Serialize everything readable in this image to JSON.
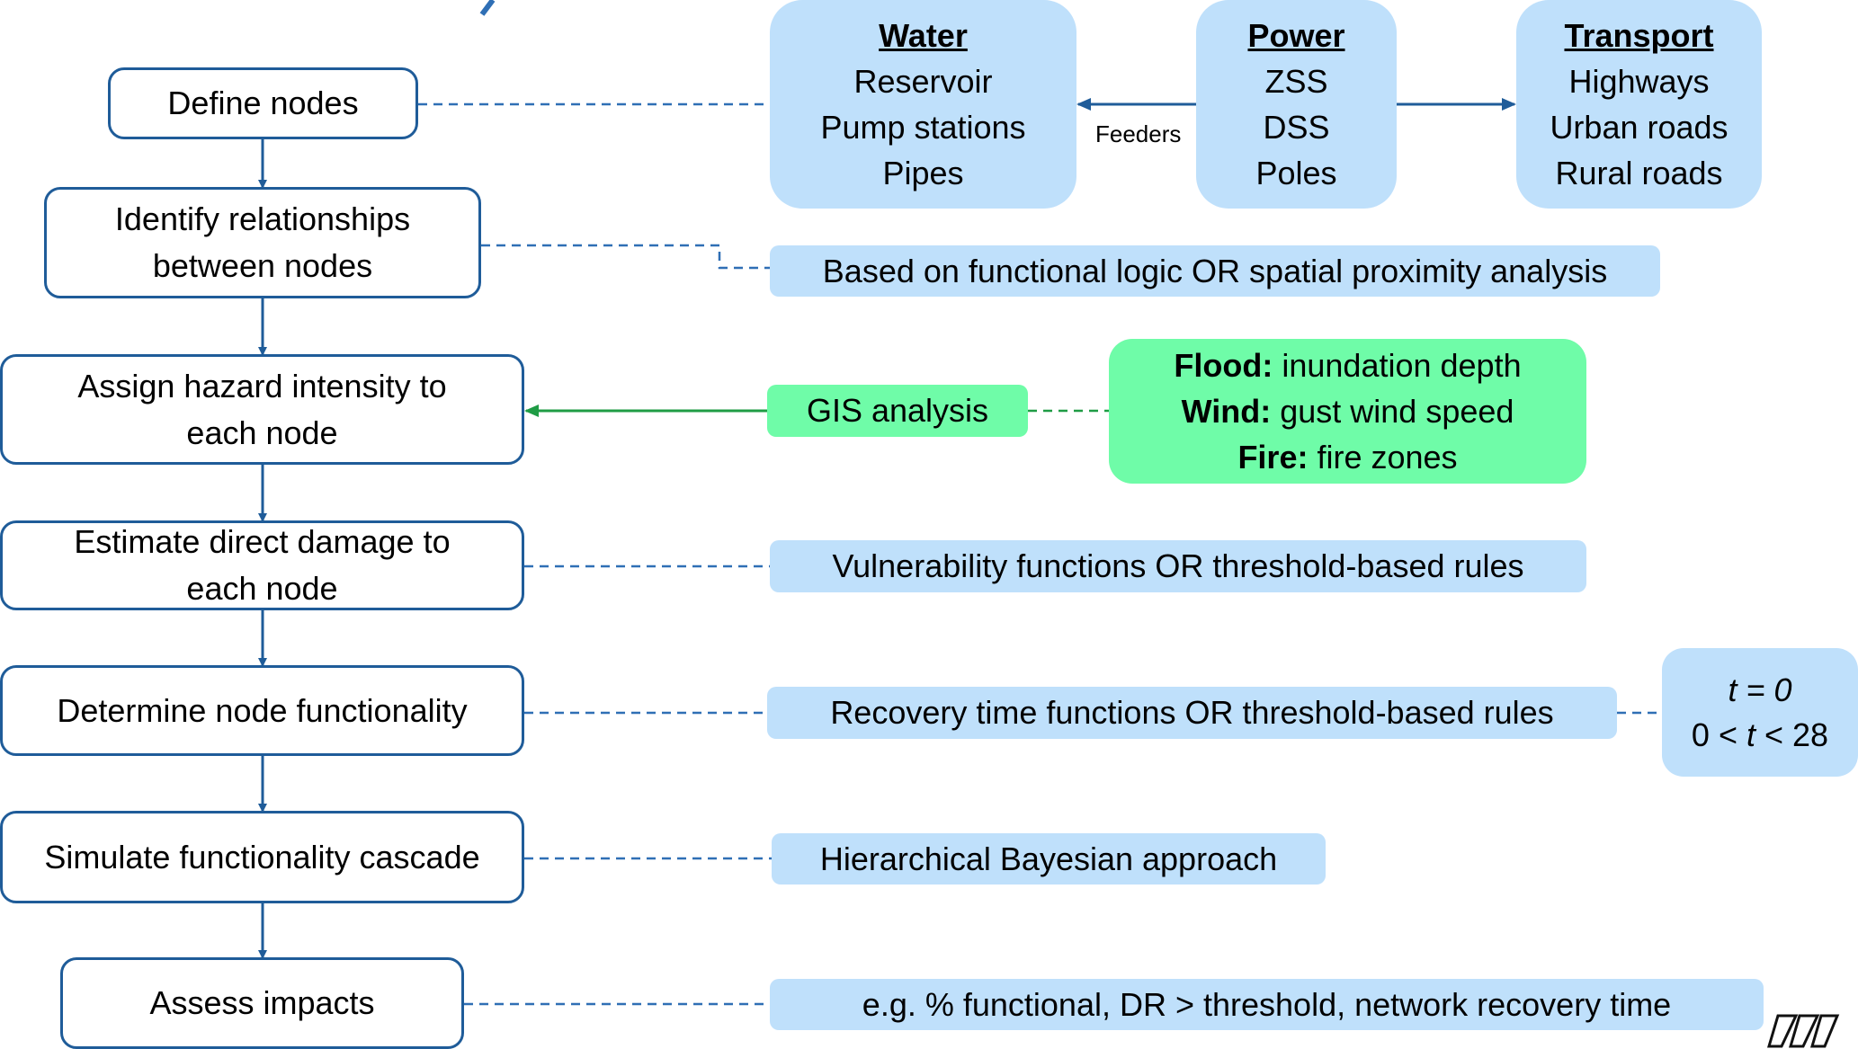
{
  "steps": [
    {
      "label": "Define nodes"
    },
    {
      "label": "Identify relationships between nodes"
    },
    {
      "label": "Assign hazard intensity to each node"
    },
    {
      "label": "Estimate direct damage to each node"
    },
    {
      "label": "Determine node functionality"
    },
    {
      "label": "Simulate functionality cascade"
    },
    {
      "label": "Assess impacts"
    }
  ],
  "infrastructure": {
    "water": {
      "title": "Water",
      "items": [
        "Reservoir",
        "Pump stations",
        "Pipes"
      ]
    },
    "power": {
      "title": "Power",
      "items": [
        "ZSS",
        "DSS",
        "Poles"
      ]
    },
    "transport": {
      "title": "Transport",
      "items": [
        "Highways",
        "Urban roads",
        "Rural roads"
      ]
    },
    "feeders_label": "Feeders"
  },
  "notes": {
    "relationships": "Based on functional logic OR spatial proximity analysis",
    "gis": "GIS analysis",
    "damage": "Vulnerability functions OR threshold-based rules",
    "functionality": "Recovery time functions OR threshold-based rules",
    "cascade": "Hierarchical Bayesian approach",
    "impacts": "e.g. % functional, DR > threshold, network recovery time"
  },
  "hazards": [
    {
      "name": "Flood:",
      "measure": "inundation depth"
    },
    {
      "name": "Wind:",
      "measure": "gust wind speed"
    },
    {
      "name": "Fire:",
      "measure": "fire zones"
    }
  ],
  "time": {
    "t0_var": "t",
    "t0_rest": " = 0",
    "range_pre": "0 < ",
    "range_var": "t",
    "range_post": " < 28"
  },
  "colors": {
    "step_border": "#1f5c99",
    "note_fill": "#bfe0fb",
    "hazard_fill": "#6ffca8",
    "green_arrow": "#1f9c45",
    "dashed_blue": "#2f6fb5"
  }
}
